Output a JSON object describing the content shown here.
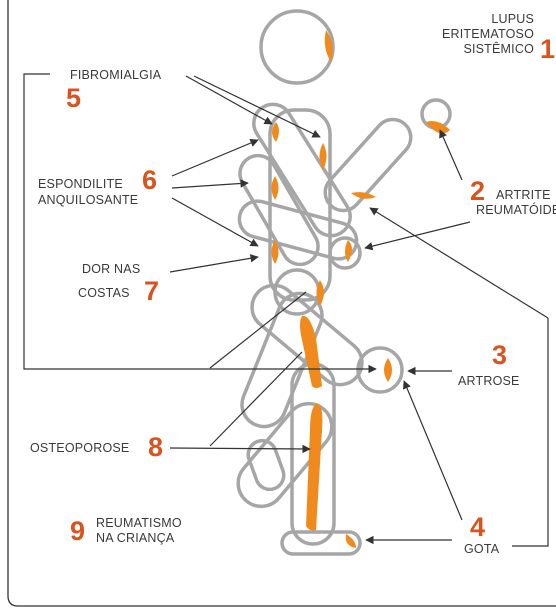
{
  "colors": {
    "accent": "#d9531e",
    "joint_highlight": "#f08a1c",
    "figure_stroke": "#a6a6a6",
    "line": "#333333"
  },
  "conditions": [
    {
      "number": "1",
      "line1": "LUPUS",
      "line2": "ERITEMATOSO",
      "line3": "SISTÊMICO"
    },
    {
      "number": "2",
      "line1": "ARTRITE",
      "line2": "REUMATÓIDE"
    },
    {
      "number": "3",
      "line1": "ARTROSE"
    },
    {
      "number": "4",
      "line1": "GOTA"
    },
    {
      "number": "5",
      "line1": "FIBROMIALGIA"
    },
    {
      "number": "6",
      "line1": "ESPONDILITE",
      "line2": "ANQUILOSANTE"
    },
    {
      "number": "7",
      "line1": "DOR NAS",
      "line2": "COSTAS"
    },
    {
      "number": "8",
      "line1": "OSTEOPOROSE"
    },
    {
      "number": "9",
      "line1": "REUMATISMO",
      "line2": "NA CRIANÇA"
    }
  ]
}
